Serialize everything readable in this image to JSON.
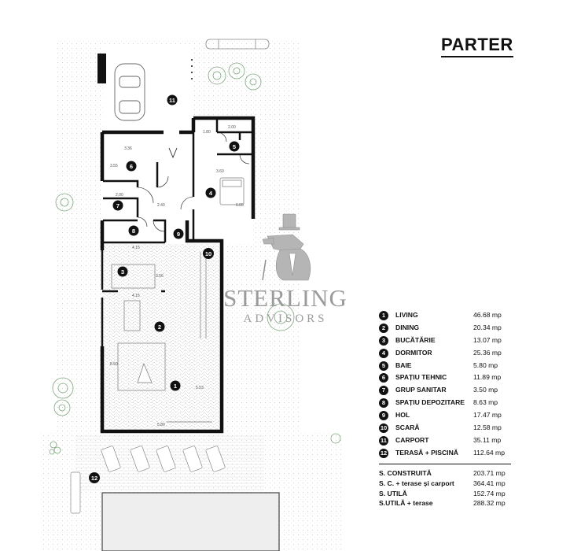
{
  "title": "PARTER",
  "watermark": {
    "name": "STERLING",
    "subtitle": "ADVISORS"
  },
  "rooms": [
    {
      "n": "1",
      "name": "LIVING",
      "area": "46.68 mp"
    },
    {
      "n": "2",
      "name": "DINING",
      "area": "20.34 mp"
    },
    {
      "n": "3",
      "name": "BUCĂTĂRIE",
      "area": "13.07 mp"
    },
    {
      "n": "4",
      "name": "DORMITOR",
      "area": "25.36 mp"
    },
    {
      "n": "5",
      "name": "BAIE",
      "area": "5.80 mp"
    },
    {
      "n": "6",
      "name": "SPAȚIU TEHNIC",
      "area": "11.89 mp"
    },
    {
      "n": "7",
      "name": "GRUP SANITAR",
      "area": "3.50 mp"
    },
    {
      "n": "8",
      "name": "SPAȚIU DEPOZITARE",
      "area": "8.63 mp"
    },
    {
      "n": "9",
      "name": "HOL",
      "area": "17.47 mp"
    },
    {
      "n": "10",
      "name": "SCARĂ",
      "area": "12.58 mp"
    },
    {
      "n": "11",
      "name": "CARPORT",
      "area": "35.11 mp"
    },
    {
      "n": "12",
      "name": "TERASĂ + PISCINĂ",
      "area": "112.64 mp"
    }
  ],
  "totals": [
    {
      "label": "S. CONSTRUITĂ",
      "value": "203.71 mp"
    },
    {
      "label": "S. C. + terase și carport",
      "value": "364.41 mp"
    },
    {
      "label": "S. UTILĂ",
      "value": "152.74 mp"
    },
    {
      "label": "S.UTILĂ + terase",
      "value": "288.32 mp"
    }
  ],
  "plan_dims": {
    "d1": "3.36",
    "d2": "3.55",
    "d3": "1.80",
    "d4": "2.00",
    "d5": "3.60",
    "d6": "2.00",
    "d7": "4.15",
    "d8": "4.15",
    "d9": "3.56",
    "d10": "5.80",
    "d11": "5.53",
    "d12": "8.50",
    "d13": "2.40",
    "d14": "6.05"
  }
}
